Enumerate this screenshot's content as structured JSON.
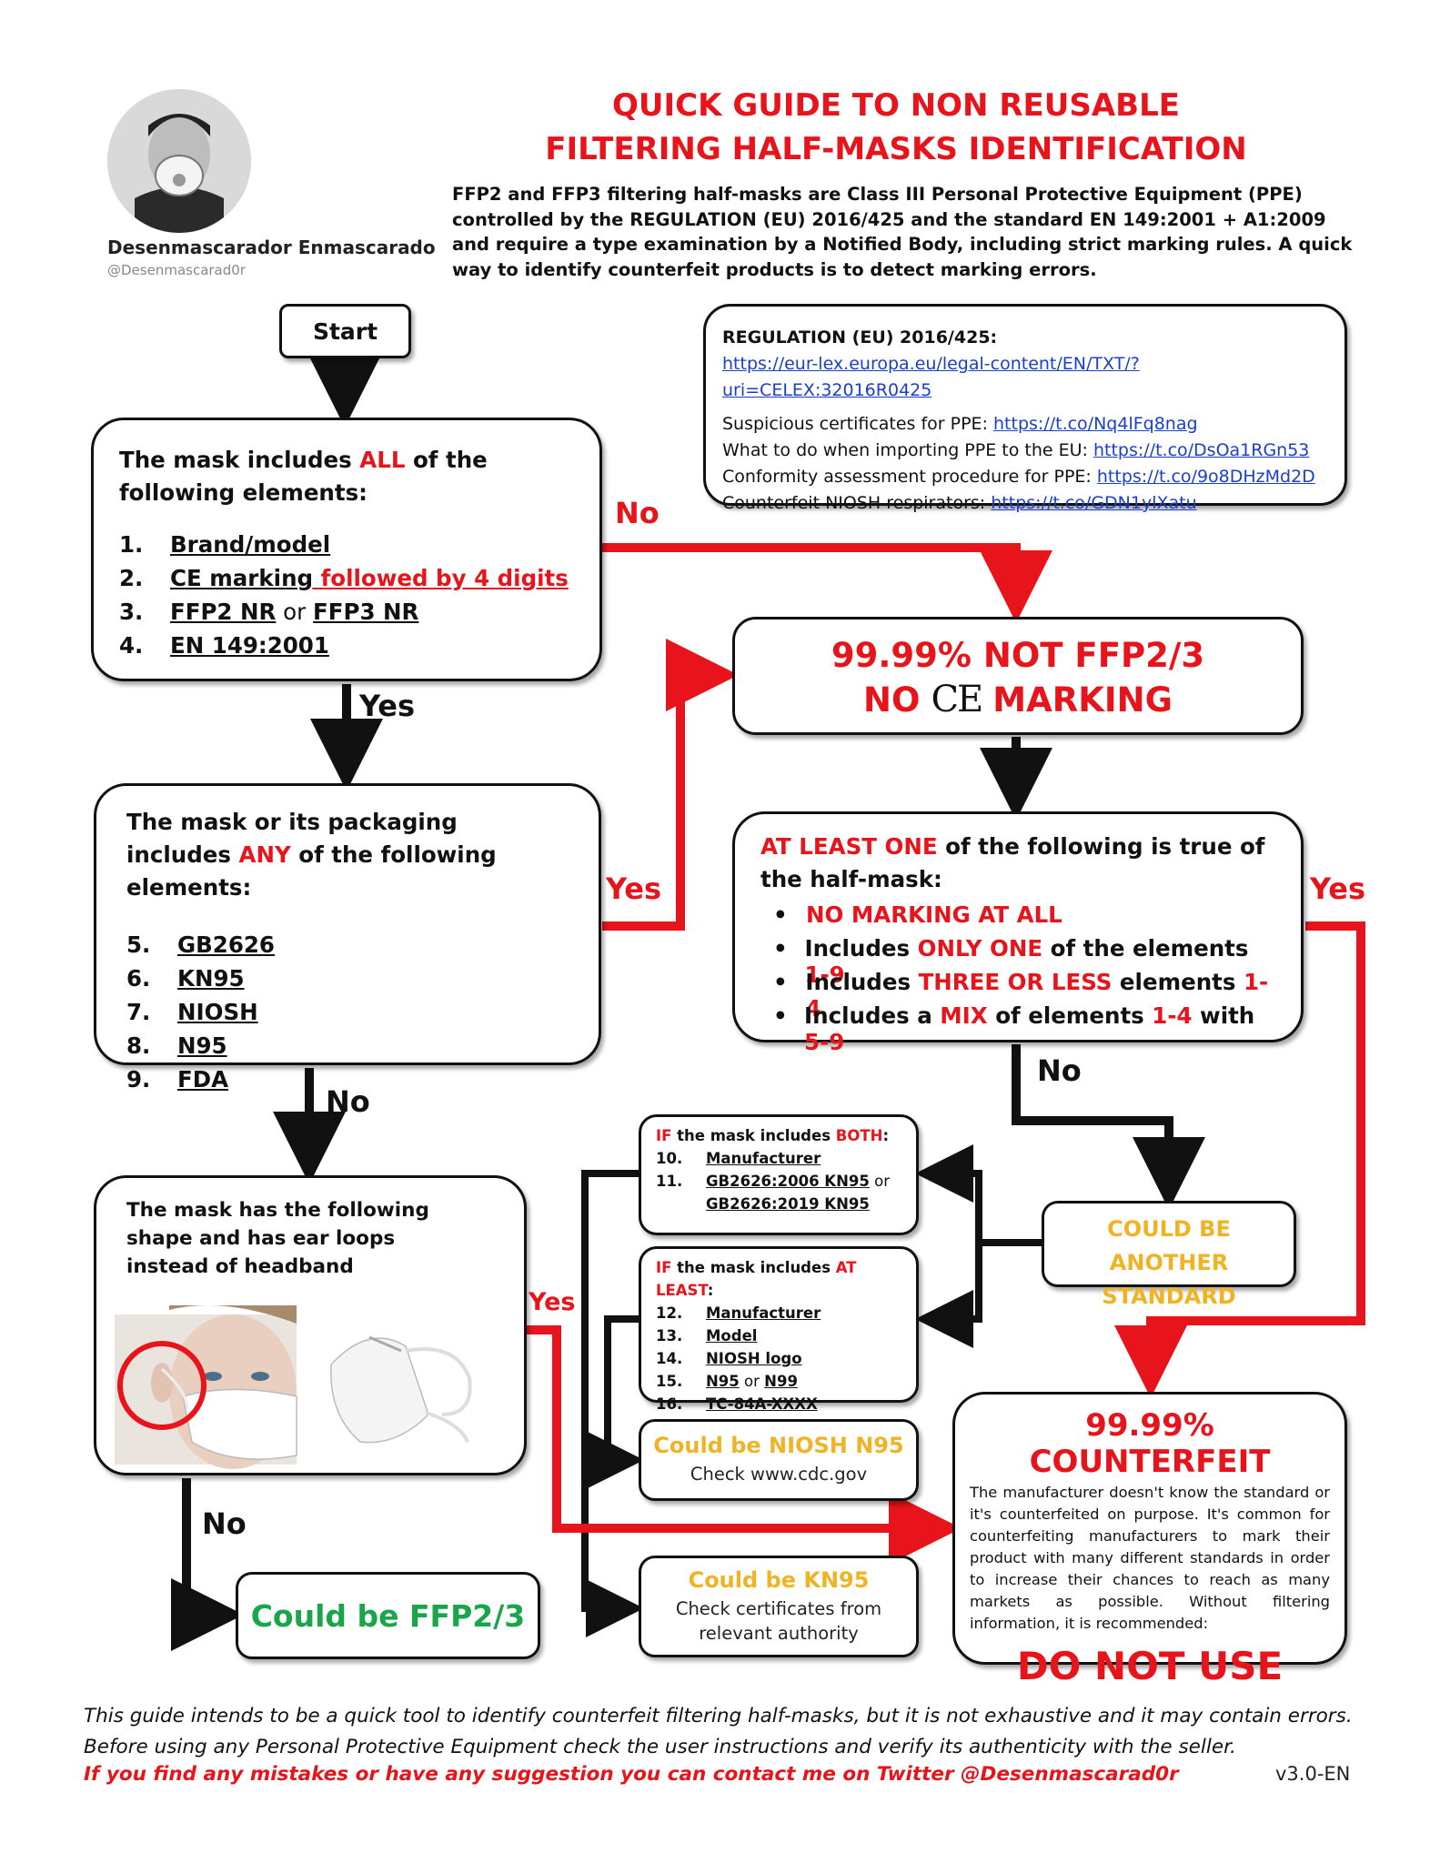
{
  "author": {
    "name": "Desenmascarador Enmascarado",
    "handle": "@Desenmascarad0r"
  },
  "title": {
    "line1": "QUICK GUIDE TO NON REUSABLE",
    "line2": "FILTERING HALF-MASKS IDENTIFICATION"
  },
  "intro": "FFP2 and FFP3 filtering half-masks are Class III Personal Protective Equipment (PPE) controlled by the REGULATION (EU) 2016/425 and the standard EN 149:2001 + A1:2009 and require a type examination by a Notified Body, including strict marking rules. A quick way to identify counterfeit products is to detect marking errors.",
  "start": "Start",
  "regulation": {
    "heading": "REGULATION (EU) 2016/425:",
    "url": "https://eur-lex.europa.eu/legal-content/EN/TXT/?uri=CELEX:32016R0425",
    "items": [
      {
        "label": "Suspicious certificates for PPE:",
        "link": "https://t.co/Nq4lFq8nag"
      },
      {
        "label": "What to do when importing PPE to the EU:",
        "link": "https://t.co/DsOa1RGn53"
      },
      {
        "label": "Conformity assessment procedure for PPE:",
        "link": "https://t.co/9o8DHzMd2D"
      },
      {
        "label": "Counterfeit NIOSH respirators:",
        "link": "https://t.co/GDN1ylXatu"
      }
    ]
  },
  "box1": {
    "pre": "The mask includes ",
    "emph": "ALL",
    "post": " of the following elements:",
    "items": [
      {
        "n": "1.",
        "t": "Brand/model"
      },
      {
        "n": "2.",
        "t": "CE marking",
        "extra": " followed by 4 digits"
      },
      {
        "n": "3.",
        "t": "FFP2 NR",
        "or": " or ",
        "t2": "FFP3 NR"
      },
      {
        "n": "4.",
        "t": "EN 149:2001"
      }
    ]
  },
  "notffp": {
    "line1": "99.99% NOT FFP2/3",
    "no": "NO",
    "ce": "CE",
    "marking": "MARKING"
  },
  "box2": {
    "pre": "The mask or its packaging includes ",
    "emph": "ANY",
    "post": " of the following elements:",
    "items": [
      {
        "n": "5.",
        "t": "GB2626"
      },
      {
        "n": "6.",
        "t": "KN95"
      },
      {
        "n": "7.",
        "t": "NIOSH"
      },
      {
        "n": "8.",
        "t": "N95"
      },
      {
        "n": "9.",
        "t": "FDA"
      }
    ]
  },
  "atleast": {
    "emph": "AT LEAST ONE",
    "post": " of the following is true of the half-mask:",
    "b1": "NO MARKING AT ALL",
    "b2a": "Includes ",
    "b2b": "ONLY ONE",
    "b2c": " of the elements ",
    "b2d": "1-9",
    "b3a": "Includes ",
    "b3b": "THREE OR LESS",
    "b3c": " elements ",
    "b3d": "1-4",
    "b4a": "Includes a ",
    "b4b": "MIX",
    "b4c": " of elements ",
    "b4d": "1-4",
    "b4e": " with ",
    "b4f": "5-9"
  },
  "shape": {
    "text": "The mask has the following shape and has ear loops instead of headband"
  },
  "another": {
    "line1": "COULD BE ANOTHER",
    "line2": "STANDARD"
  },
  "ifboth": {
    "if": "IF",
    "mid": " the mask includes ",
    "emph": "BOTH",
    "colon": ":",
    "items": [
      {
        "n": "10.",
        "t": "Manufacturer"
      },
      {
        "n": "11.",
        "t": "GB2626:2006 KN95",
        "or": " or "
      },
      {
        "n": "",
        "t": "GB2626:2019 KN95"
      }
    ]
  },
  "ifleast": {
    "if": "IF",
    "mid": " the mask includes ",
    "emph": "AT LEAST",
    "colon": ":",
    "items": [
      {
        "n": "12.",
        "t": "Manufacturer"
      },
      {
        "n": "13.",
        "t": "Model"
      },
      {
        "n": "14.",
        "t": "NIOSH logo"
      },
      {
        "n": "15.",
        "t": "N95",
        "or": " or ",
        "t2": "N99"
      },
      {
        "n": "16.",
        "t": "TC-84A-XXXX"
      }
    ]
  },
  "niosh": {
    "title": "Could be NIOSH N95",
    "sub": "Check www.cdc.gov"
  },
  "kn95": {
    "title": "Could be KN95",
    "sub1": "Check certificates from",
    "sub2": "relevant authority"
  },
  "ffp": "Could be FFP2/3",
  "counterfeit": {
    "heading": "99.99% COUNTERFEIT",
    "text": "The manufacturer doesn't know the standard or it's counterfeited on purpose. It's common for counterfeiting manufacturers to mark their product with many different standards in order to increase their chances to reach as many markets as possible. Without filtering information, it is recommended:",
    "cta": "DO NOT USE"
  },
  "labels": {
    "no1": "No",
    "yes1": "Yes",
    "yes2": "Yes",
    "yes3": "Yes",
    "no2": "No",
    "no3": "No",
    "no4": "No",
    "yes4": "Yes"
  },
  "footer": {
    "disclaimer": "This guide intends to be a quick tool to identify counterfeit filtering half-masks, but it is not exhaustive and it may contain errors. Before using any Personal Protective Equipment check the user instructions and verify its authenticity with the seller.",
    "contact": "If you find any mistakes or have any suggestion you can contact me on Twitter @Desenmascarad0r",
    "version": "v3.0-EN"
  },
  "colors": {
    "red": "#e8141b",
    "green": "#19a54a",
    "gold": "#f0b323",
    "link": "#1a3fc9"
  }
}
